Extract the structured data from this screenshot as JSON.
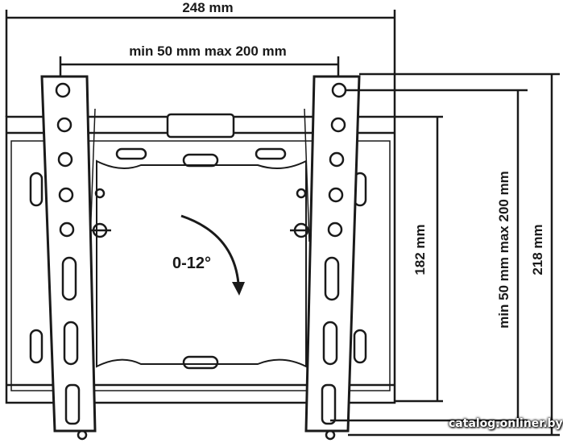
{
  "dimensions": {
    "overall_width": "248 mm",
    "horizontal_hole_spacing": "min 50 mm max 200 mm",
    "plate_height": "182 mm",
    "vertical_hole_spacing": "min 50 mm max 200 mm",
    "overall_height": "218 mm"
  },
  "tilt_label": "0-12°",
  "watermark": "catalog.onliner.by",
  "colors": {
    "line": "#1a1a1a",
    "background": "#ffffff"
  }
}
